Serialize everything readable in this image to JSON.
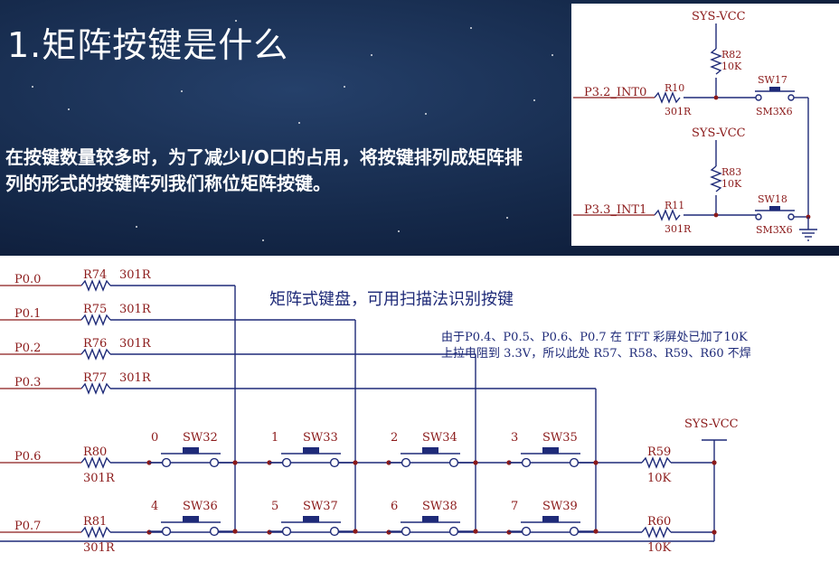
{
  "slide": {
    "title": "1.矩阵按键是什么",
    "body": "在按键数量较多时，为了减少I/O口的占用，将按键排列成矩阵排列的形式的按键阵列我们称位矩阵按键。"
  },
  "inset": {
    "vcc": "SYS-VCC",
    "row1": {
      "net": "P3.2_INT0",
      "res": "R10",
      "res_val": "301R",
      "pull": "R82",
      "pull_val": "10K",
      "sw": "SW17",
      "sw_type": "SM3X6"
    },
    "row2": {
      "net": "P3.3_INT1",
      "res": "R11",
      "res_val": "301R",
      "pull": "R83",
      "pull_val": "10K",
      "sw": "SW18",
      "sw_type": "SM3X6"
    }
  },
  "matrix": {
    "caption": "矩阵式键盘，可用扫描法识别按键",
    "note_line1": "由于P0.4、P0.5、P0.6、P0.7 在 TFT 彩屏处已加了10K",
    "note_line2": "上拉电阻到 3.3V，所以此处 R57、R58、R59、R60 不焊",
    "vcc": "SYS-VCC",
    "columns": [
      {
        "net": "P0.0",
        "res": "R74",
        "val": "301R"
      },
      {
        "net": "P0.1",
        "res": "R75",
        "val": "301R"
      },
      {
        "net": "P0.2",
        "res": "R76",
        "val": "301R"
      },
      {
        "net": "P0.3",
        "res": "R77",
        "val": "301R"
      }
    ],
    "rows": [
      {
        "net": "P0.6",
        "res": "R80",
        "val": "301R",
        "pull": "R59",
        "pull_val": "10K"
      },
      {
        "net": "P0.7",
        "res": "R81",
        "val": "301R",
        "pull": "R60",
        "pull_val": "10K"
      }
    ],
    "keys": [
      {
        "num": "0",
        "sw": "SW32"
      },
      {
        "num": "1",
        "sw": "SW33"
      },
      {
        "num": "2",
        "sw": "SW34"
      },
      {
        "num": "3",
        "sw": "SW35"
      },
      {
        "num": "4",
        "sw": "SW36"
      },
      {
        "num": "5",
        "sw": "SW37"
      },
      {
        "num": "6",
        "sw": "SW38"
      },
      {
        "num": "7",
        "sw": "SW39"
      }
    ]
  }
}
